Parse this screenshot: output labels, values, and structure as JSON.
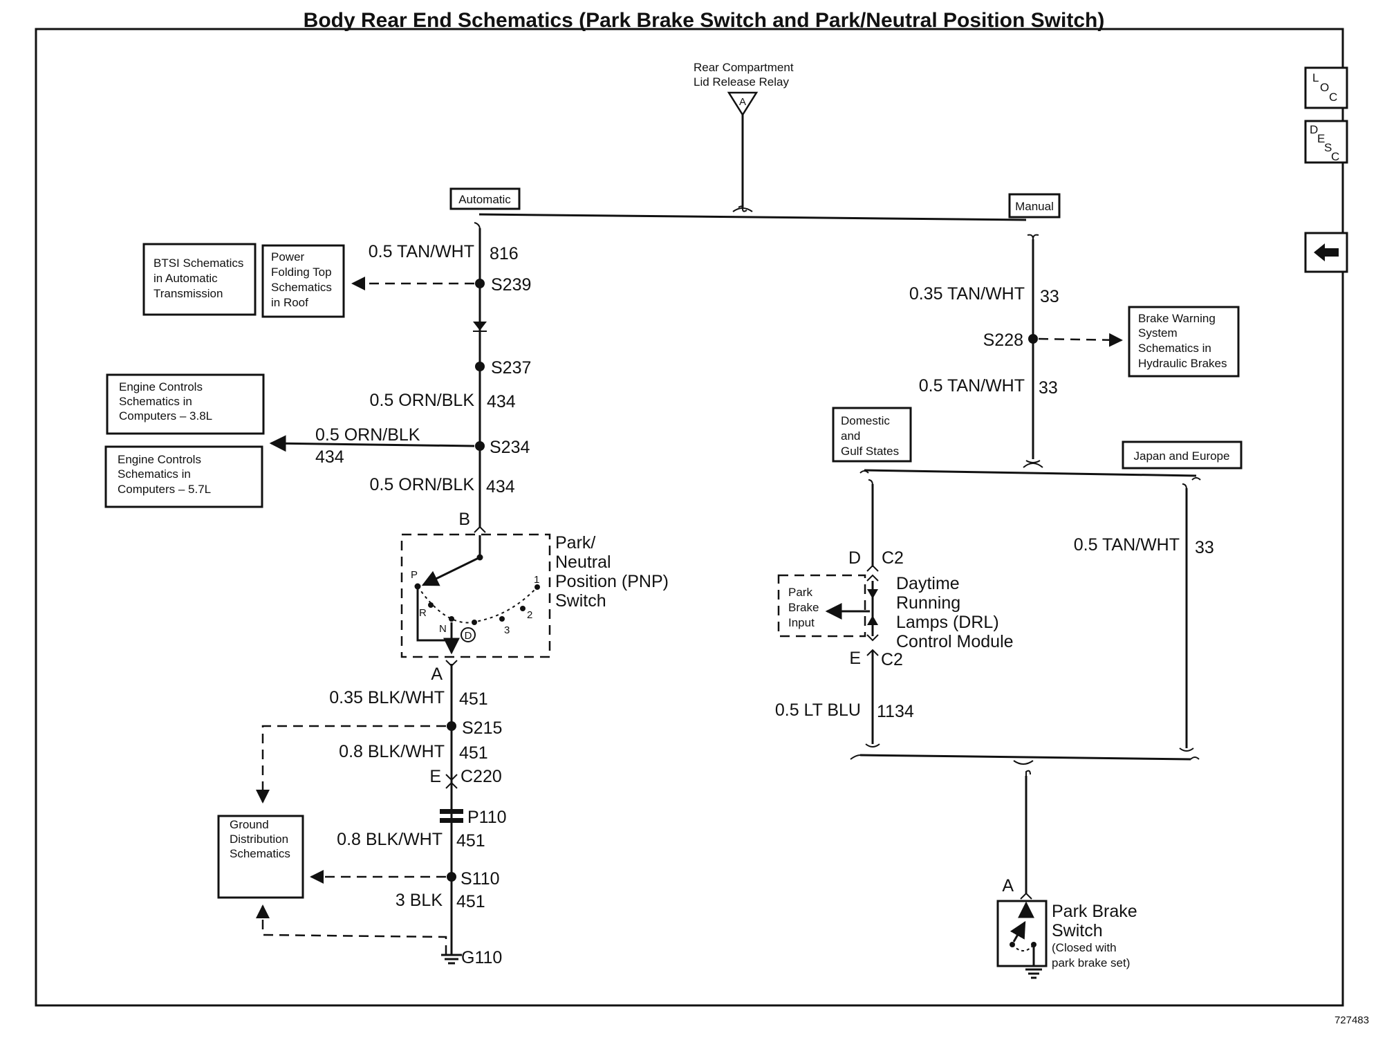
{
  "title": "Body Rear End Schematics (Park Brake Switch and Park/Neutral Position Switch)",
  "figure_number": "727483",
  "nav": {
    "loc": [
      "L",
      "O",
      "C"
    ],
    "desc": [
      "D",
      "E",
      "S",
      "C"
    ]
  },
  "relay": {
    "label_line1": "Rear Compartment",
    "label_line2": "Lid Release Relay",
    "terminal": "A"
  },
  "branches": {
    "automatic": "Automatic",
    "manual": "Manual",
    "domestic": [
      "Domestic",
      "and",
      "Gulf States"
    ],
    "japan": "Japan and Europe"
  },
  "ref_boxes": {
    "btsi": [
      "BTSI Schematics",
      "in Automatic",
      "Transmission"
    ],
    "power_top": [
      "Power",
      "Folding Top",
      "Schematics",
      "in Roof"
    ],
    "engine_38": [
      "Engine Controls",
      "Schematics in",
      "Computers – 3.8L"
    ],
    "engine_57": [
      "Engine Controls",
      "Schematics in",
      "Computers – 5.7L"
    ],
    "brake_warning": [
      "Brake Warning",
      "System",
      "Schematics in",
      "Hydraulic Brakes"
    ],
    "ground_dist": [
      "Ground",
      "Distribution",
      "Schematics"
    ]
  },
  "wires": {
    "w816": {
      "color": "0.5 TAN/WHT",
      "circuit": "816"
    },
    "w434a": {
      "color": "0.5 ORN/BLK",
      "circuit": "434"
    },
    "w434b": {
      "color": "0.5 ORN/BLK",
      "circuit": "434"
    },
    "w434c": {
      "color": "0.5 ORN/BLK",
      "circuit": "434"
    },
    "w451a": {
      "color": "0.35 BLK/WHT",
      "circuit": "451"
    },
    "w451b": {
      "color": "0.8 BLK/WHT",
      "circuit": "451"
    },
    "w451c": {
      "color": "0.8 BLK/WHT",
      "circuit": "451"
    },
    "w451d": {
      "color": "3 BLK",
      "circuit": "451"
    },
    "w33a": {
      "color": "0.35 TAN/WHT",
      "circuit": "33"
    },
    "w33b": {
      "color": "0.5 TAN/WHT",
      "circuit": "33"
    },
    "w33c": {
      "color": "0.5 TAN/WHT",
      "circuit": "33"
    },
    "w1134": {
      "color": "0.5 LT BLU",
      "circuit": "1134"
    }
  },
  "splices": {
    "s239": "S239",
    "s237": "S237",
    "s234": "S234",
    "s215": "S215",
    "s110": "S110",
    "s228": "S228",
    "p110": "P110",
    "g110": "G110"
  },
  "connectors": {
    "c220_pin": "E",
    "c220": "C220",
    "pnp_b": "B",
    "pnp_a": "A",
    "drl_d": "D",
    "drl_c2_top": "C2",
    "drl_e": "E",
    "drl_c2_bottom": "C2",
    "pbs_a": "A"
  },
  "pnp_switch": {
    "label": [
      "Park/",
      "Neutral",
      "Position (PNP)",
      "Switch"
    ],
    "positions": {
      "p": "P",
      "r": "R",
      "n": "N",
      "d": "D",
      "three": "3",
      "two": "2",
      "one": "1"
    }
  },
  "drl_module": {
    "label": [
      "Daytime",
      "Running",
      "Lamps (DRL)",
      "Control Module"
    ],
    "input": [
      "Park",
      "Brake",
      "Input"
    ]
  },
  "park_brake_switch": {
    "label": [
      "Park Brake",
      "Switch"
    ],
    "note": [
      "(Closed with",
      "park brake set)"
    ]
  }
}
